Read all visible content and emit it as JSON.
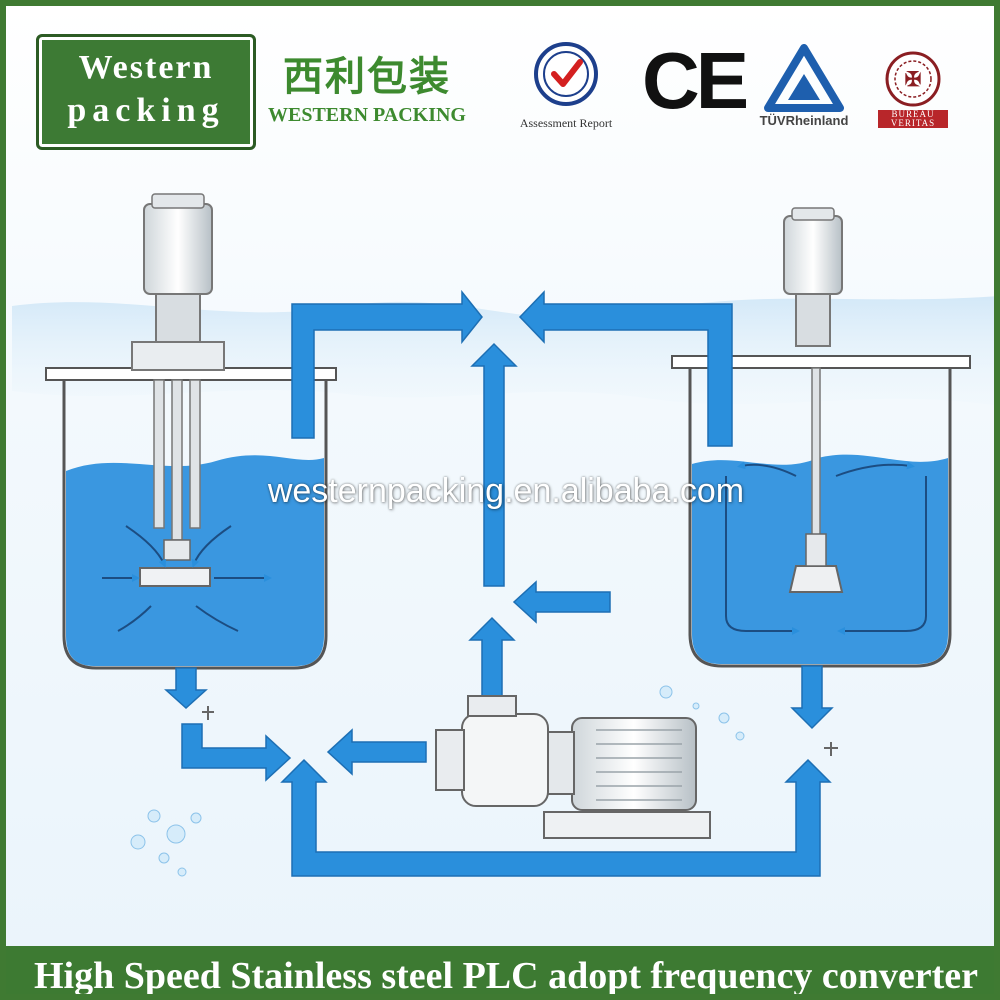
{
  "header": {
    "logo_line1": "Western",
    "logo_line2": "packing",
    "company_name_cn": "西利包装",
    "company_name_en": "WESTERN PACKING"
  },
  "certifications": {
    "assessment_label": "Assessment Report",
    "ce_mark": "CE",
    "tuv_label": "TÜVRheinland",
    "bureau_label_line1": "BUREAU",
    "bureau_label_line2": "VERITAS"
  },
  "watermark": "westernpacking.en.alibaba.com",
  "caption": "High Speed Stainless steel PLC adopt frequency converter",
  "colors": {
    "brand_green": "#3d7a32",
    "pipe_blue": "#2a8fdc",
    "liquid_blue": "#3a97e0",
    "tank_outline": "#555555"
  }
}
